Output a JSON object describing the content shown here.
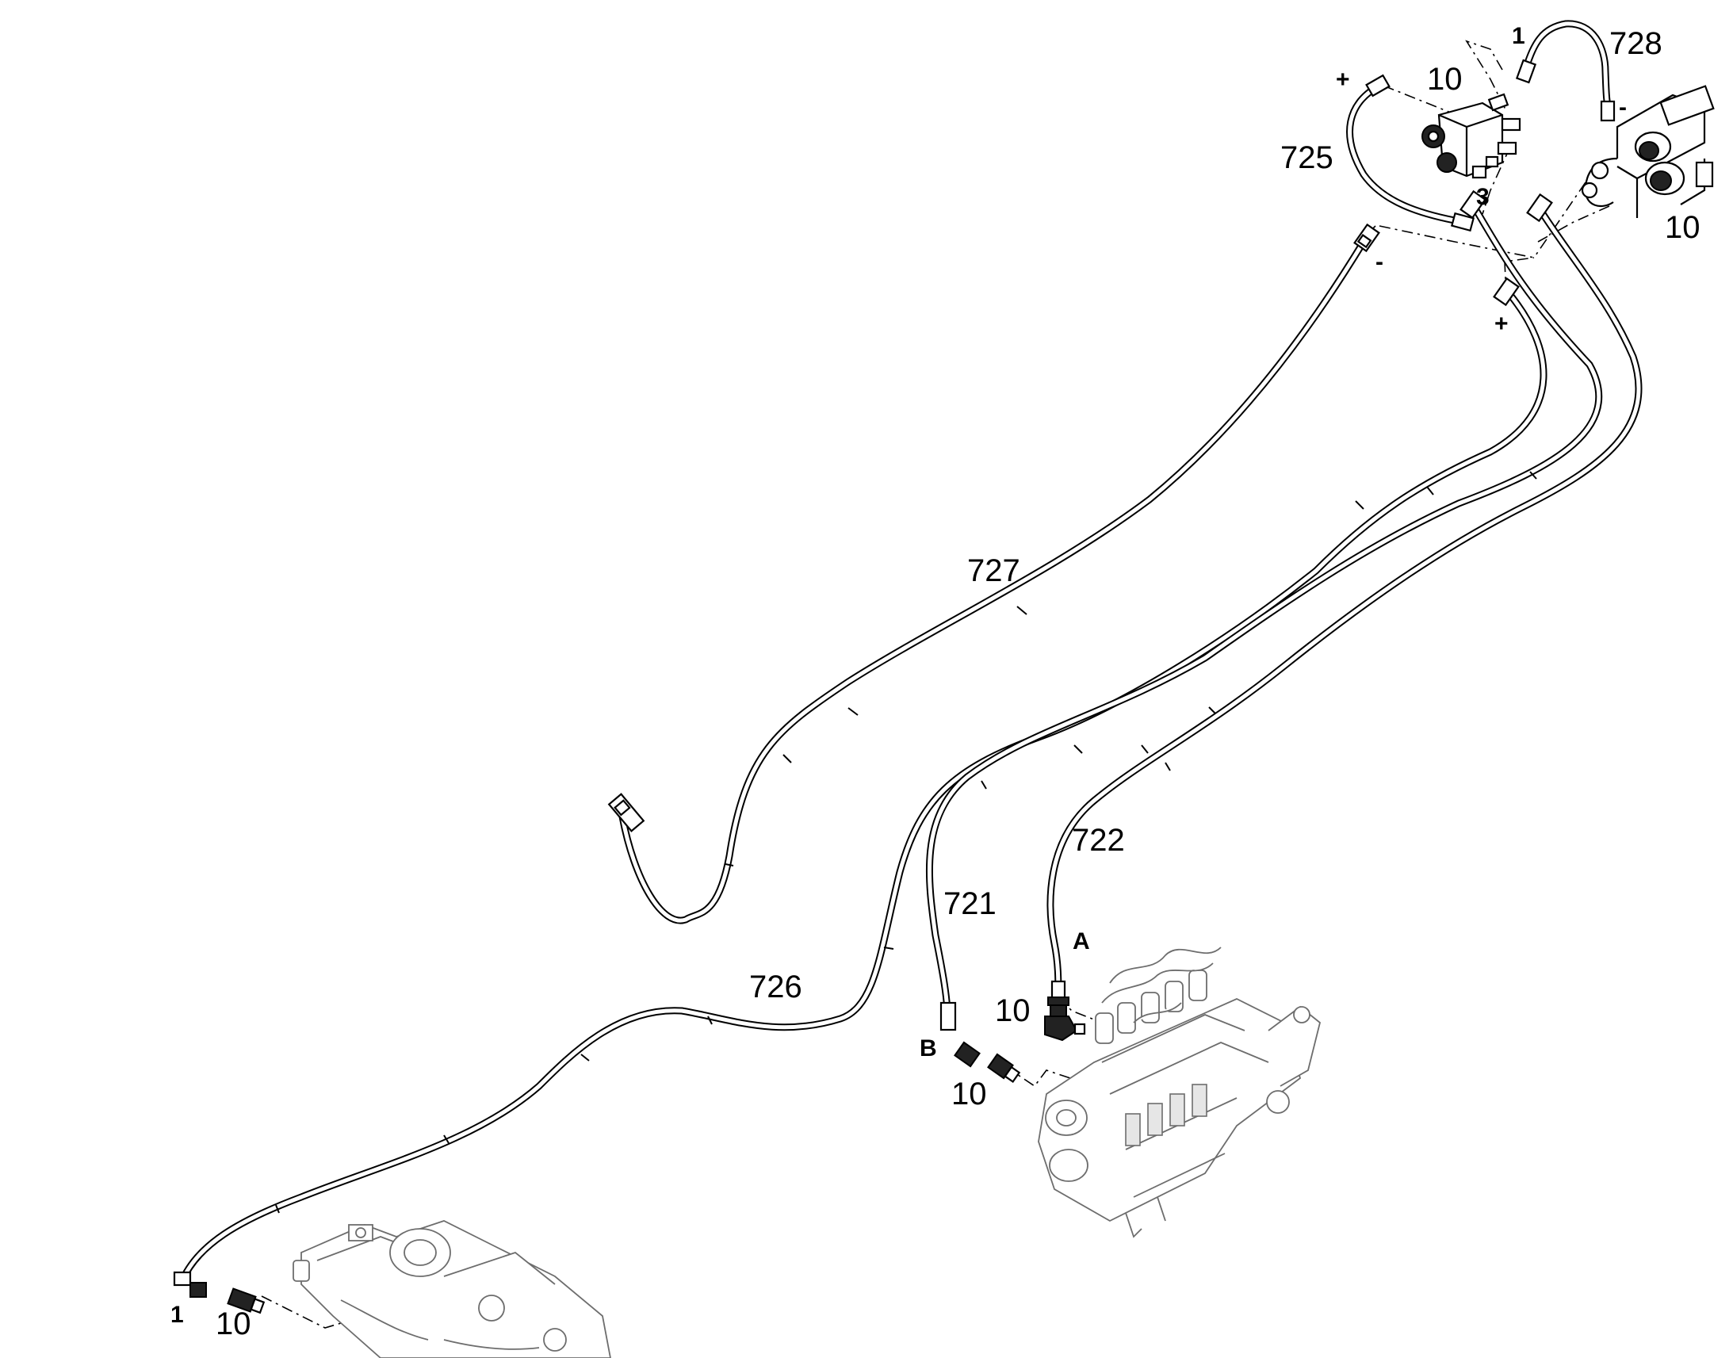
{
  "labels": {
    "l728": "728",
    "l1_top": "1",
    "l10_top": "10",
    "l_plus_top": "+",
    "l_minus_728": "-",
    "l725": "725",
    "l3": "3",
    "l10_right": "10",
    "l_minus_727": "-",
    "l_plus_mid": "+",
    "l727": "727",
    "l722": "722",
    "l721": "721",
    "lA": "A",
    "l10_A": "10",
    "l726": "726",
    "lB": "B",
    "l10_B": "10",
    "l1_bottom": "1",
    "l10_bottom": "10"
  },
  "colors": {
    "line": "#000000",
    "part_grey": "#6d6d6d",
    "background": "#ffffff"
  }
}
